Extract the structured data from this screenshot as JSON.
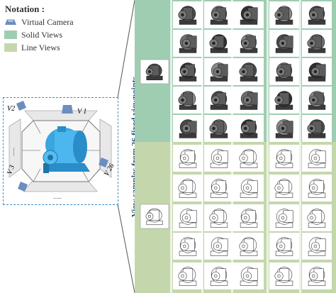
{
  "notation": {
    "title": "Notation :",
    "items": [
      {
        "label": "Virtual Camera",
        "icon": "camera-icon",
        "color": "#6b8ebf"
      },
      {
        "label": "Solid Views",
        "color": "#9fcdb2"
      },
      {
        "label": "Line  Views",
        "color": "#c4d7ac"
      }
    ]
  },
  "diagram": {
    "camera_labels": [
      "V2",
      "V 1",
      "V 26",
      "V 3"
    ],
    "dots": "......"
  },
  "side_label": "View samples from 26 fixed viewpoints",
  "colors": {
    "solid_band": "#9fcdb2",
    "line_band": "#c4d7ac",
    "model_blue": "#3aa6e0",
    "camera": "#6b8ebf",
    "dashed_border": "#3a8fd1"
  }
}
